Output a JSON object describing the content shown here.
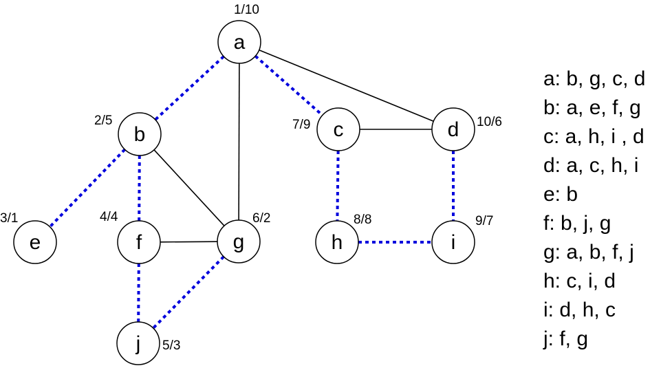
{
  "nodes": [
    {
      "id": "a",
      "label": "a",
      "time": "1/10"
    },
    {
      "id": "b",
      "label": "b",
      "time": "2/5"
    },
    {
      "id": "c",
      "label": "c",
      "time": "7/9"
    },
    {
      "id": "d",
      "label": "d",
      "time": "10/6"
    },
    {
      "id": "e",
      "label": "e",
      "time": "3/1"
    },
    {
      "id": "f",
      "label": "f",
      "time": "4/4"
    },
    {
      "id": "g",
      "label": "g",
      "time": "6/2"
    },
    {
      "id": "h",
      "label": "h",
      "time": "8/8"
    },
    {
      "id": "i",
      "label": "i",
      "time": "9/7"
    },
    {
      "id": "j",
      "label": "j",
      "time": "5/3"
    }
  ],
  "edges": [
    {
      "from": "a",
      "to": "b",
      "style": "tree"
    },
    {
      "from": "a",
      "to": "g",
      "style": "solid"
    },
    {
      "from": "a",
      "to": "c",
      "style": "tree"
    },
    {
      "from": "a",
      "to": "d",
      "style": "solid"
    },
    {
      "from": "b",
      "to": "e",
      "style": "tree"
    },
    {
      "from": "b",
      "to": "f",
      "style": "tree"
    },
    {
      "from": "b",
      "to": "g",
      "style": "solid"
    },
    {
      "from": "f",
      "to": "g",
      "style": "solid"
    },
    {
      "from": "f",
      "to": "j",
      "style": "tree"
    },
    {
      "from": "g",
      "to": "j",
      "style": "tree"
    },
    {
      "from": "c",
      "to": "d",
      "style": "solid"
    },
    {
      "from": "c",
      "to": "h",
      "style": "tree"
    },
    {
      "from": "d",
      "to": "i",
      "style": "tree"
    },
    {
      "from": "h",
      "to": "i",
      "style": "tree"
    }
  ],
  "colors": {
    "tree_edge": "#0000dd",
    "edge": "#000000"
  },
  "adjacency": [
    "a: b, g, c, d",
    "b: a, e, f, g",
    "c: a, h, i , d",
    "d: a, c, h, i",
    "e: b",
    "f: b, j, g",
    "g: a, b, f, j",
    "h: c, i, d",
    "i: d, h, c",
    "j: f, g"
  ]
}
